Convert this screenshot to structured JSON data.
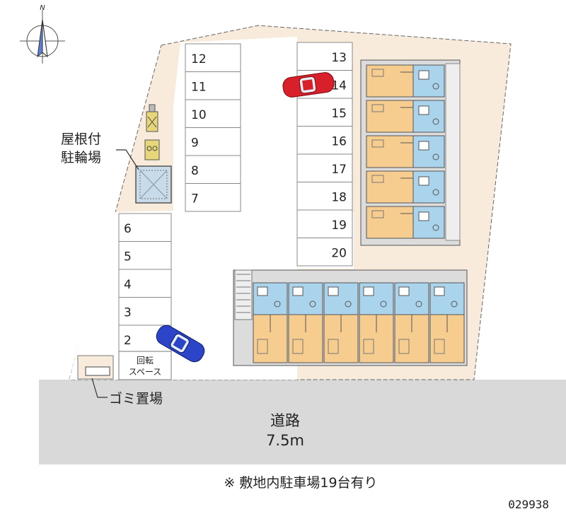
{
  "compass": {
    "label": "N"
  },
  "parking_spaces_left": [
    "12",
    "11",
    "10",
    "9",
    "8",
    "7"
  ],
  "parking_spaces_right": [
    "13",
    "14",
    "15",
    "16",
    "17",
    "18",
    "19",
    "20"
  ],
  "parking_spaces_bottom": [
    "6",
    "5",
    "4",
    "3",
    "2"
  ],
  "labels": {
    "bicycle_line1": "屋根付",
    "bicycle_line2": "駐輪場",
    "turn_line1": "回転",
    "turn_line2": "スペース",
    "garbage": "ゴミ置場",
    "road_name": "道路",
    "road_width": "7.5m",
    "footnote": "※ 敷地内駐車場19台有り",
    "code": "029938"
  },
  "colors": {
    "site": "#f8ebdc",
    "road": "#d9d9d9",
    "unit_tan": "#f7cd8f",
    "unit_blue": "#a9d4ec",
    "car_red": "#d8202a",
    "car_blue": "#2b44c8"
  },
  "icons": [
    "compass-icon",
    "red-car-icon",
    "blue-car-icon",
    "bicycle-icon"
  ]
}
